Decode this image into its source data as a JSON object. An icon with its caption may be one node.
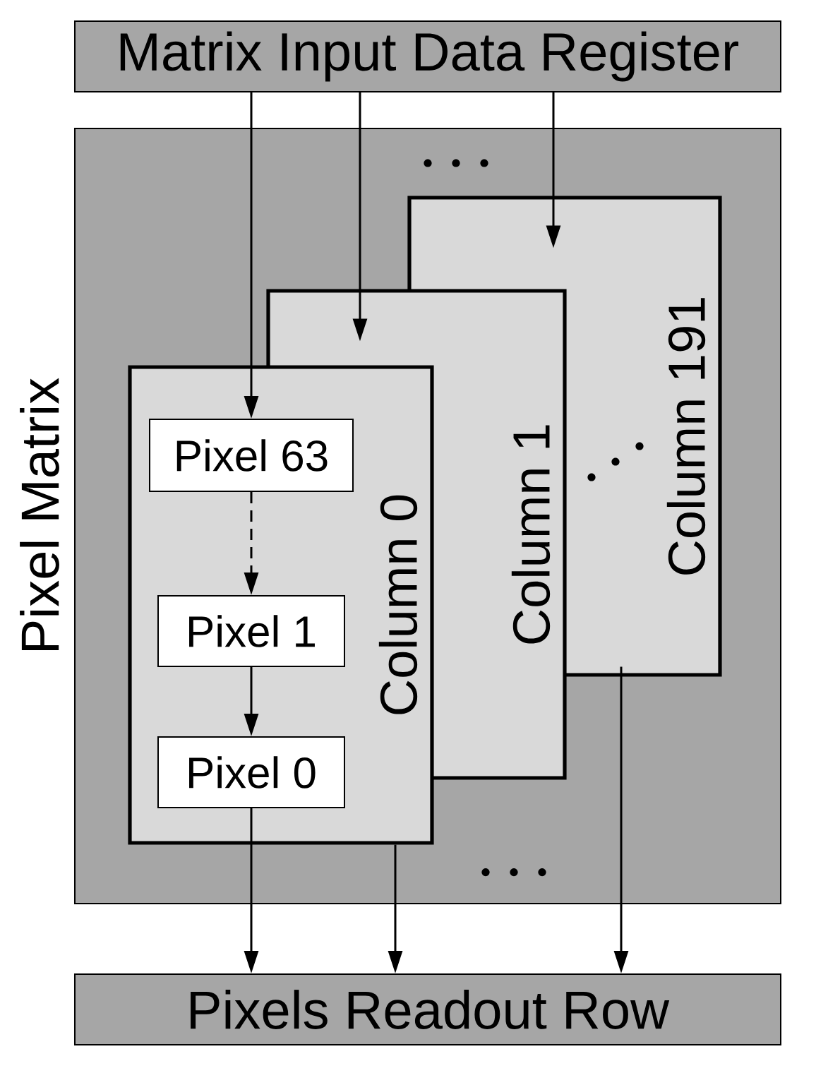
{
  "diagram": {
    "nodes": [
      {
        "text": [
          "Matrix Input Data Register"
        ]
      },
      {
        "text": [
          "Pixel Matrix"
        ]
      },
      {
        "text": [
          "Column 0"
        ],
        "in": 1
      },
      {
        "text": [
          "Pixel 63"
        ],
        "in": 2
      },
      {
        "text": [
          "Pixel 1"
        ],
        "in": 2
      },
      {
        "text": [
          "Pixel 0"
        ],
        "in": 2
      },
      {
        "text": [
          "Column 1"
        ],
        "in": 1
      },
      {
        "text": [
          "Column 191"
        ],
        "in": 1
      },
      {
        "text": [
          "Pixels Readout Row"
        ]
      }
    ],
    "edges": [
      {
        "from": 0,
        "to": 3,
        "arrow": "to"
      },
      {
        "from": 0,
        "to": 6,
        "arrow": "to"
      },
      {
        "from": 0,
        "to": 7,
        "arrow": "to"
      },
      {
        "from": 3,
        "to": 4,
        "arrow": "to",
        "style": "dashed"
      },
      {
        "from": 4,
        "to": 5,
        "arrow": "to"
      },
      {
        "from": 5,
        "to": 8,
        "arrow": "to"
      },
      {
        "from": 2,
        "to": 8,
        "arrow": "to"
      },
      {
        "from": 7,
        "to": 8,
        "arrow": "to"
      }
    ]
  }
}
